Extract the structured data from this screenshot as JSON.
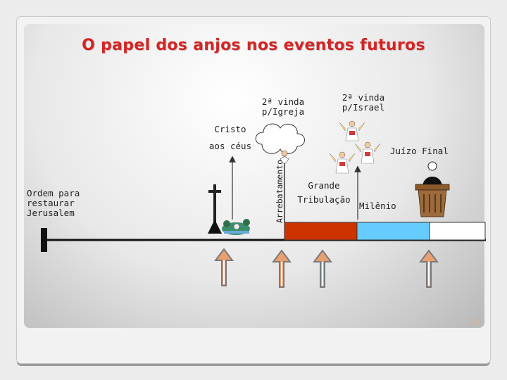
{
  "slide": {
    "title": "O papel dos anjos nos eventos futuros",
    "page_number": "13"
  },
  "labels": {
    "second_coming_church": [
      "2ª vinda",
      "p/Igreja"
    ],
    "second_coming_israel": [
      "2ª vinda",
      "p/Israel"
    ],
    "christ_to_heaven": [
      "Cristo",
      "aos céus"
    ],
    "rapture": "Arrebatamento",
    "final_judgment": "Juízo Final",
    "great_tribulation": [
      "Grande",
      "Tribulação"
    ],
    "millennium": "Milênio",
    "order_restore_jerusalem": [
      "Ordem para",
      "restaurar",
      "Jerusalem"
    ]
  },
  "colors": {
    "title": "#d42424",
    "tribulation_bar": "#cc3300",
    "millennium_bar": "#66ccff",
    "eternity_bar": "#ffffff",
    "up_arrow_fill": "#e8a070",
    "up_arrow_stroke": "#7a7a7a"
  },
  "icons": [
    "cross-icon",
    "empty-tomb-icon",
    "cloud-icon",
    "angel-icon",
    "judge-pulpit-icon"
  ]
}
